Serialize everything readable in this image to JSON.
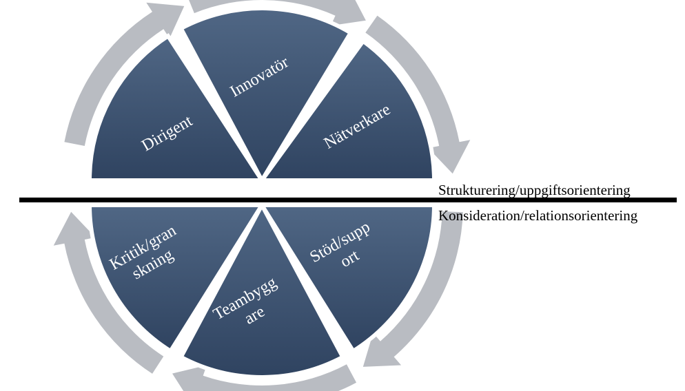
{
  "diagram": {
    "segments": [
      {
        "id": "dirigent",
        "lines": [
          "Dirigent"
        ]
      },
      {
        "id": "innovator",
        "lines": [
          "Innovatör"
        ]
      },
      {
        "id": "natverkare",
        "lines": [
          "Nätverkare"
        ]
      },
      {
        "id": "stod",
        "lines": [
          "Stöd/supp",
          "ort"
        ]
      },
      {
        "id": "teambyggare",
        "lines": [
          "Teambygg",
          "are"
        ]
      },
      {
        "id": "kritik",
        "lines": [
          "Kritik/gran",
          "skning"
        ]
      }
    ],
    "axis_labels": {
      "upper": "Strukturering/uppgiftsorientering",
      "lower": "Konsideration/relationsorientering"
    },
    "colors": {
      "segment_fill_top": "#506785",
      "segment_fill_bottom": "#2f4360",
      "arrow_fill": "#b9bcc2",
      "divider": "#000000"
    }
  }
}
